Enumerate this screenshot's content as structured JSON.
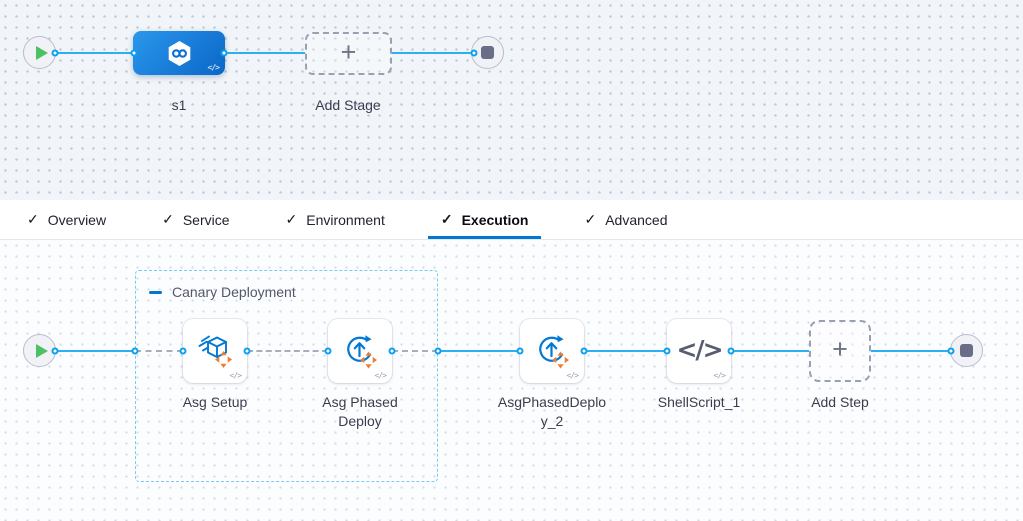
{
  "colors": {
    "accent_blue": "#0278D5",
    "flow_line_blue": "#2BB0F0",
    "step_arrows_orange": "#EE7D2F",
    "group_border_blue": "#7BC9EE",
    "active_tab_underline": "#0278D5",
    "play_green": "#4CC162",
    "stop_gray": "#696D87"
  },
  "glyphs": {
    "plus": "+",
    "check": "✓",
    "code_badge": "</>"
  },
  "stage_graph": {
    "stage_label": "s1",
    "add_stage_label": "Add Stage"
  },
  "tabs": {
    "items": [
      {
        "label": "Overview",
        "active": false
      },
      {
        "label": "Service",
        "active": false
      },
      {
        "label": "Environment",
        "active": false
      },
      {
        "label": "Execution",
        "active": true
      },
      {
        "label": "Advanced",
        "active": false
      }
    ]
  },
  "execution_graph": {
    "group_label": "Canary Deployment",
    "steps": [
      {
        "label": "Asg Setup"
      },
      {
        "label": "Asg Phased Deploy"
      },
      {
        "label": "AsgPhasedDeploy_2"
      },
      {
        "label": "ShellScript_1"
      }
    ],
    "add_step_label": "Add Step"
  }
}
